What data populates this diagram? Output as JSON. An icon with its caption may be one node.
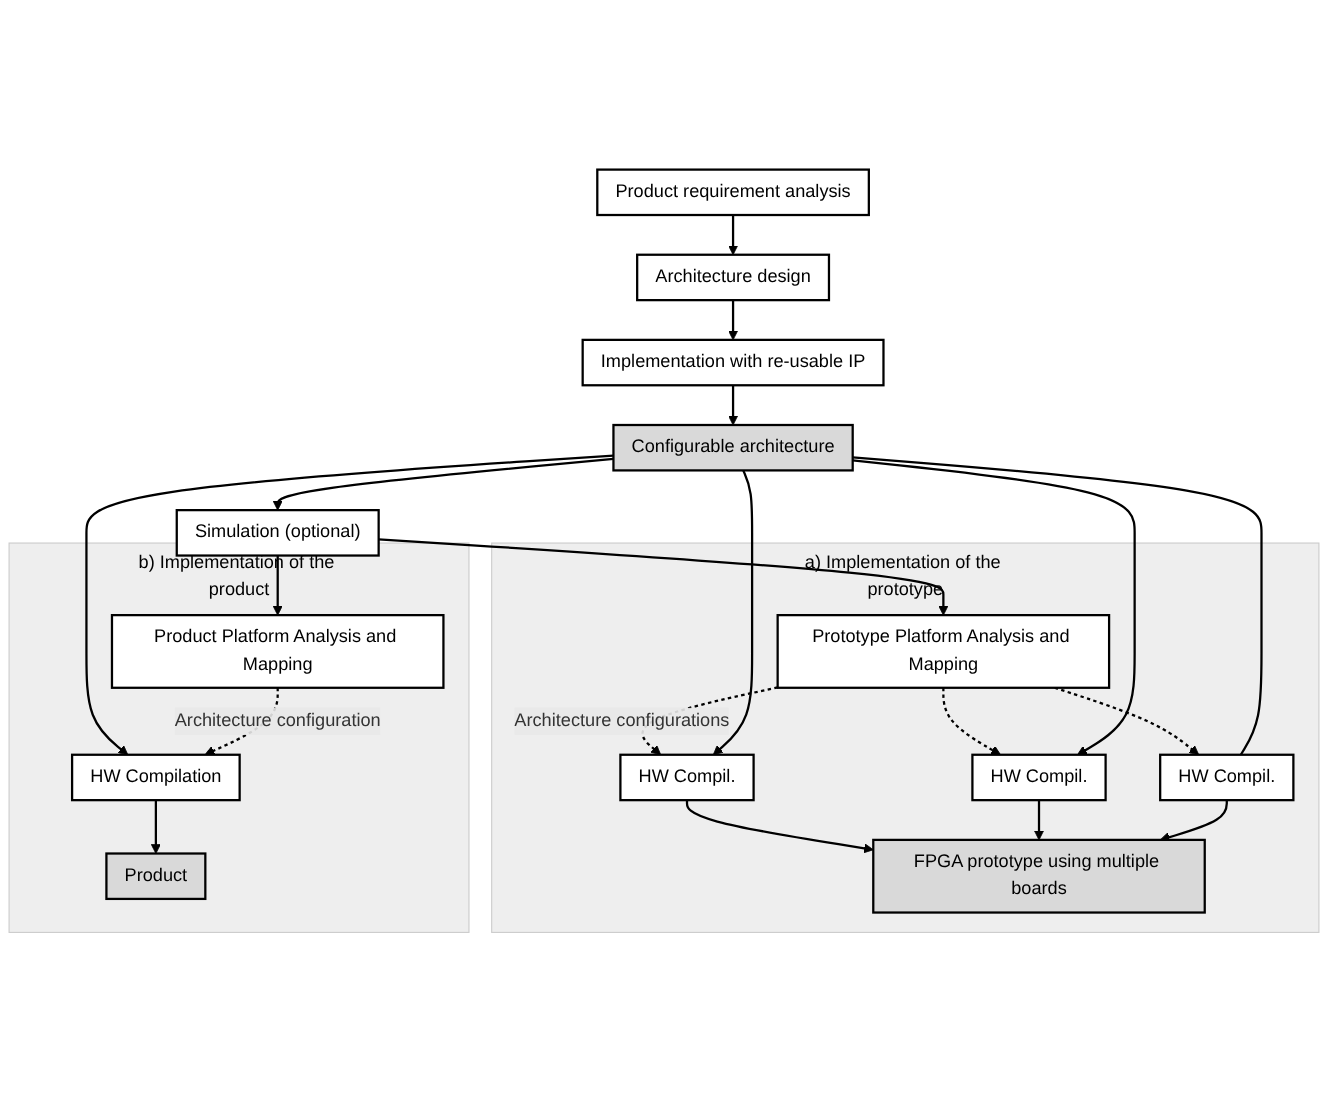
{
  "diagram": {
    "nodes": [
      {
        "text": [
          "Product requirement analysis"
        ]
      },
      {
        "text": [
          "Architecture design"
        ]
      },
      {
        "text": [
          "Implementation with re-usable IP"
        ]
      },
      {
        "text": [
          "Configurable architecture"
        ]
      },
      {
        "text": [
          "Simulation (optional)"
        ]
      },
      {
        "text": [
          "a) Implementation of the prototype"
        ]
      },
      {
        "text": [
          "Prototype Platform Analysis and Mapping"
        ],
        "in": 5
      },
      {
        "text": [
          "HW Compil."
        ],
        "in": 5
      },
      {
        "text": [
          "HW Compil."
        ],
        "in": 5
      },
      {
        "text": [
          "HW Compil."
        ],
        "in": 5
      },
      {
        "text": [
          "FPGA prototype using multiple boards"
        ],
        "in": 5
      },
      {
        "text": [
          "b) Implementation of the product"
        ]
      },
      {
        "text": [
          "Product Platform Analysis and Mapping"
        ],
        "in": 11
      },
      {
        "text": [
          "HW Compilation"
        ],
        "in": 11
      },
      {
        "text": [
          "Product"
        ],
        "in": 11
      }
    ],
    "edges": [
      {
        "from": 0,
        "to": 1,
        "arrow": "to"
      },
      {
        "from": 1,
        "to": 2,
        "arrow": "to"
      },
      {
        "from": 2,
        "to": 3,
        "arrow": "to"
      },
      {
        "from": 3,
        "to": 4,
        "arrow": "to"
      },
      {
        "from": 4,
        "to": 6,
        "arrow": "to"
      },
      {
        "from": 4,
        "to": 12,
        "arrow": "to"
      },
      {
        "from": 6,
        "to": 7,
        "arrow": "to",
        "style": "dashed",
        "label": "Architecture configurations"
      },
      {
        "from": 6,
        "to": 8,
        "arrow": "to",
        "style": "dashed"
      },
      {
        "from": 6,
        "to": 9,
        "arrow": "to",
        "style": "dashed"
      },
      {
        "from": 3,
        "to": 7,
        "arrow": "to"
      },
      {
        "from": 3,
        "to": 8,
        "arrow": "to"
      },
      {
        "from": 3,
        "to": 9,
        "arrow": "none"
      },
      {
        "from": 3,
        "to": 13,
        "arrow": "to"
      },
      {
        "from": 7,
        "to": 10,
        "arrow": "to"
      },
      {
        "from": 8,
        "to": 10,
        "arrow": "to"
      },
      {
        "from": 9,
        "to": 10,
        "arrow": "to"
      },
      {
        "from": 12,
        "to": 13,
        "arrow": "to",
        "style": "dashed",
        "label": "Architecture configuration"
      },
      {
        "from": 13,
        "to": 14,
        "arrow": "to"
      }
    ]
  }
}
